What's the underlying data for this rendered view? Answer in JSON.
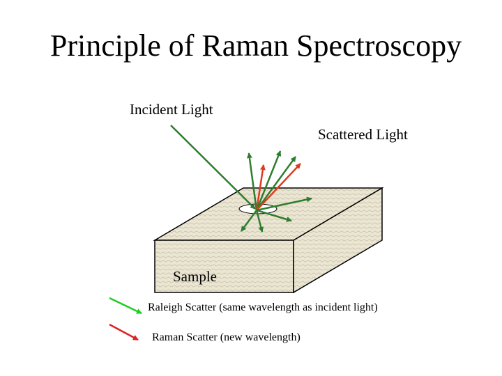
{
  "title": "Principle of Raman Spectroscopy",
  "labels": {
    "incident": "Incident Light",
    "scattered": "Scattered Light",
    "sample": "Sample"
  },
  "legend": [
    {
      "text": "Raleigh Scatter (same wavelength as incident light)",
      "color": "#22cc22"
    },
    {
      "text": "Raman Scatter (new wavelength)",
      "color": "#e02020"
    }
  ],
  "colors": {
    "rayleigh_arrow": "#2e7d2e",
    "raman_arrow": "#e03a1e",
    "sample_fill": "#e8e2cf"
  }
}
